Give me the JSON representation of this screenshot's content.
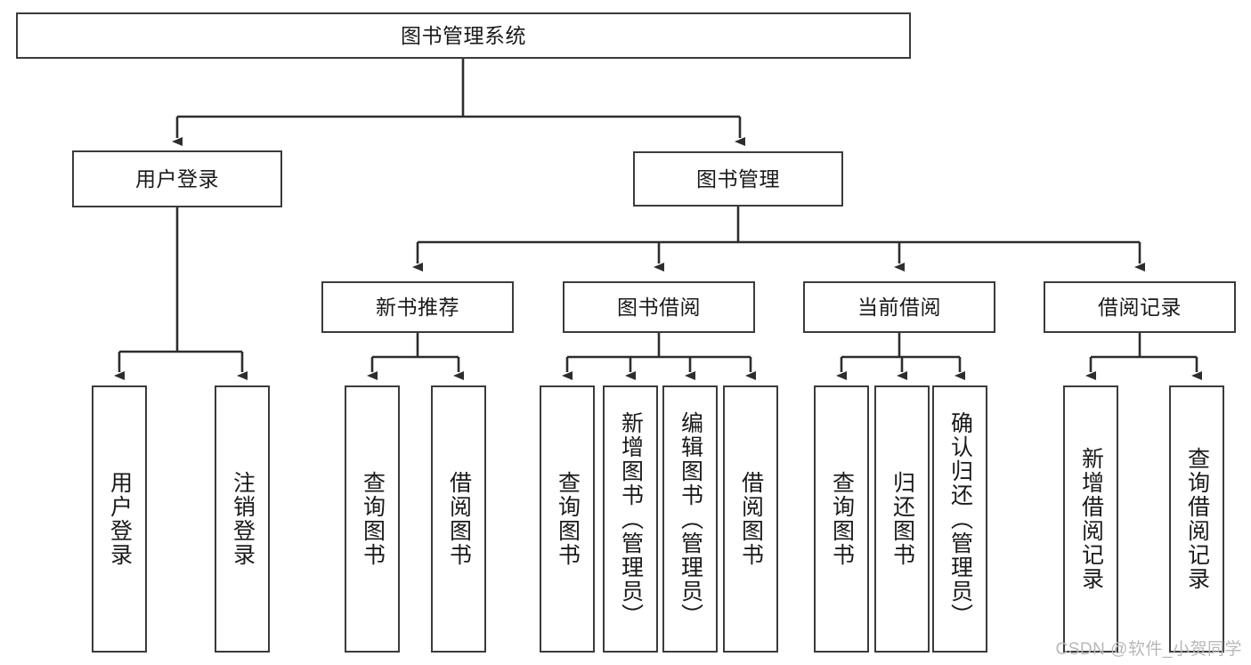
{
  "diagram": {
    "type": "tree",
    "title": "图书管理系统",
    "watermark": "CSDN @软件_小贺同学",
    "colors": {
      "box_stroke": "#3b3b3b",
      "box_fill": "#ffffff",
      "line": "#2d2d2d",
      "text": "#1a1a1a",
      "watermark": "#b8b8b8",
      "background": "#ffffff"
    },
    "nodes": {
      "root": {
        "label": "图书管理系统"
      },
      "level2": [
        {
          "id": "user-login",
          "label": "用户登录"
        },
        {
          "id": "book-manage",
          "label": "图书管理"
        }
      ],
      "level3": [
        {
          "id": "new-book-recommend",
          "label": "新书推荐"
        },
        {
          "id": "book-borrow",
          "label": "图书借阅"
        },
        {
          "id": "current-borrow",
          "label": "当前借阅"
        },
        {
          "id": "borrow-record",
          "label": "借阅记录"
        }
      ],
      "leaves": [
        {
          "id": "leaf-user-login",
          "label": "用户登录",
          "parent": "user-login"
        },
        {
          "id": "leaf-logout",
          "label": "注销登录",
          "parent": "user-login"
        },
        {
          "id": "leaf-query-book-1",
          "label": "查询图书",
          "parent": "new-book-recommend"
        },
        {
          "id": "leaf-borrow-book-1",
          "label": "借阅图书",
          "parent": "new-book-recommend"
        },
        {
          "id": "leaf-query-book-2",
          "label": "查询图书",
          "parent": "book-borrow"
        },
        {
          "id": "leaf-add-book",
          "label": "新增图书（管理员）",
          "parent": "book-borrow"
        },
        {
          "id": "leaf-edit-book",
          "label": "编辑图书（管理员）",
          "parent": "book-borrow"
        },
        {
          "id": "leaf-borrow-book-2",
          "label": "借阅图书",
          "parent": "book-borrow"
        },
        {
          "id": "leaf-query-book-3",
          "label": "查询图书",
          "parent": "current-borrow"
        },
        {
          "id": "leaf-return-book",
          "label": "归还图书",
          "parent": "current-borrow"
        },
        {
          "id": "leaf-confirm-return",
          "label": "确认归还（管理员）",
          "parent": "current-borrow"
        },
        {
          "id": "leaf-add-record",
          "label": "新增借阅记录",
          "parent": "borrow-record"
        },
        {
          "id": "leaf-query-record",
          "label": "查询借阅记录",
          "parent": "borrow-record"
        }
      ]
    }
  }
}
